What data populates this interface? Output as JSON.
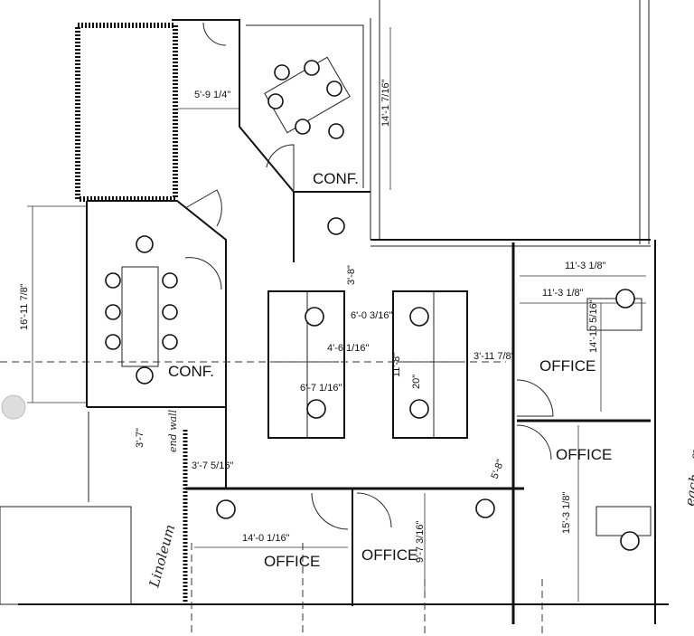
{
  "rooms": {
    "conf_top": "CONF.",
    "conf_left": "CONF.",
    "office_right_upper": "OFFICE",
    "office_right_lower": "OFFICE",
    "office_bottom_left": "OFFICE",
    "office_bottom_mid": "OFFICE"
  },
  "dimensions": {
    "d1": "5'-9 1/4\"",
    "d2": "14'-1 7/16\"",
    "d3": "16'-11 7/8\"",
    "d4": "3'-8\"",
    "d5": "6'-0 3/16\"",
    "d6": "4'-6 1/16\"",
    "d7": "11'-8\"",
    "d8": "3'-11 7/8\"",
    "d9": "6'-7 1/16\"",
    "d10": "20\"",
    "d11": "11'-3 1/8\"",
    "d12": "11'-3 1/8\"",
    "d13": "14'-10 5/16\"",
    "d14": "15'-3 1/8\"",
    "d15": "3'-7 5/16\"",
    "d16": "14'-0 1/16\"",
    "d17": "9'-7 3/16\"",
    "d18": "5'-8\"",
    "d19": "3'-7\""
  },
  "annotations": {
    "linoleum": "Linoleum",
    "end_wall": "end wall",
    "each_office": "each office same dimension"
  }
}
